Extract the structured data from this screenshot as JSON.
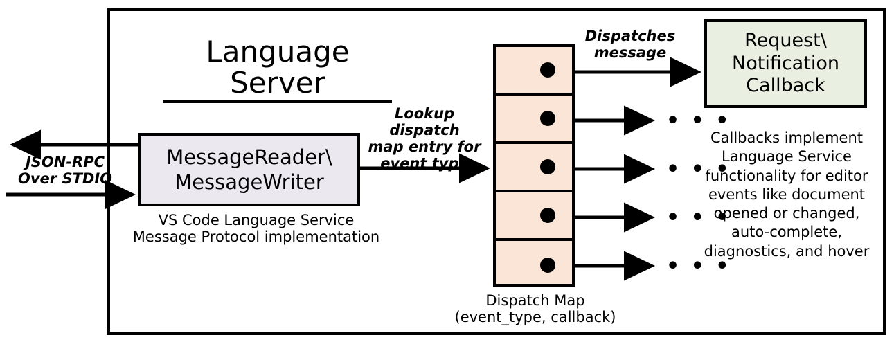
{
  "diagram": {
    "title": "Language Server",
    "frame_name": "language-server-boundary",
    "colors": {
      "message_box_fill": "#EBE8F0",
      "dispatch_map_fill": "#FBE5D6",
      "callback_fill": "#E9F0E1",
      "stroke": "#000000",
      "background": "#FFFFFF"
    }
  },
  "external": {
    "transport_label": "JSON-RPC\nOver STDIO",
    "outgoing_arrow_name": "json-rpc-outgoing-arrow",
    "incoming_arrow_name": "json-rpc-incoming-arrow"
  },
  "message_io": {
    "box_label": "MessageReader\\\nMessageWriter",
    "caption": "VS Code Language Service\nMessage Protocol implementation"
  },
  "lookup": {
    "label": "Lookup dispatch\nmap entry for\nevent type"
  },
  "dispatch_map": {
    "caption": "Dispatch Map\n(event_type, callback)",
    "rows": [
      {
        "index": 1,
        "dot": "entry-dot"
      },
      {
        "index": 2,
        "dot": "entry-dot"
      },
      {
        "index": 3,
        "dot": "entry-dot"
      },
      {
        "index": 4,
        "dot": "entry-dot"
      },
      {
        "index": 5,
        "dot": "entry-dot"
      }
    ]
  },
  "dispatch": {
    "label": "Dispatches\nmessage",
    "ellipsis": "• • •",
    "ellipsis_count": 4
  },
  "callback": {
    "box_label": "Request\\\nNotification\nCallback",
    "caption": "Callbacks implement\nLanguage Service\nfunctionality for editor\nevents like document\nopened or changed,\nauto-complete,\ndiagnostics, and hover"
  }
}
